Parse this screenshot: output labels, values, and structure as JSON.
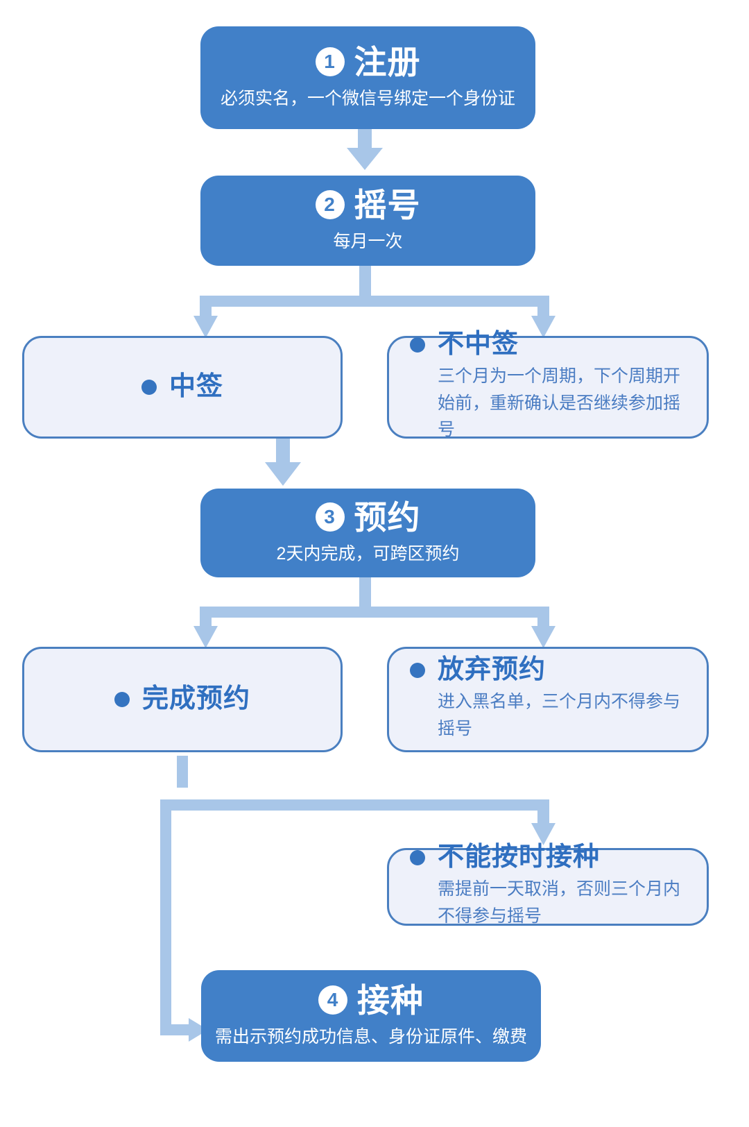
{
  "theme": {
    "primary_blue": "#4180c8",
    "branch_fill": "#eef1fa",
    "branch_border": "#4a7fc0",
    "branch_text": "#2f6fc0",
    "connector_blue": "#a8c6e8",
    "page_background": "#ffffff"
  },
  "nodes": {
    "register": {
      "number": "1",
      "title": "注册",
      "subtitle": "必须实名，一个微信号绑定一个身份证"
    },
    "lottery": {
      "number": "2",
      "title": "摇号",
      "subtitle": "每月一次"
    },
    "won": {
      "bullet": "●",
      "title": "中签",
      "body": ""
    },
    "not_won": {
      "bullet": "●",
      "title": "不中签",
      "body": "三个月为一个周期，下个周期开始前，重新确认是否继续参加摇号"
    },
    "appointment": {
      "number": "3",
      "title": "预约",
      "subtitle": "2天内完成，可跨区预约"
    },
    "appointment_done": {
      "bullet": "●",
      "title": "完成预约",
      "body": ""
    },
    "appointment_giveup": {
      "bullet": "●",
      "title": "放弃预约",
      "body": "进入黑名单，三个月内不得参与摇号"
    },
    "cannot_attend": {
      "bullet": "●",
      "title": "不能按时接种",
      "body": "需提前一天取消，否则三个月内不得参与摇号"
    },
    "vaccinate": {
      "number": "4",
      "title": "接种",
      "subtitle": "需出示预约成功信息、身份证原件、缴费"
    }
  },
  "connectors": [
    {
      "name": "register-to-lottery",
      "kind": "arrow-down"
    },
    {
      "name": "lottery-split-left",
      "kind": "split-arrow-down"
    },
    {
      "name": "lottery-split-right",
      "kind": "split-arrow-down"
    },
    {
      "name": "won-to-appointment",
      "kind": "arrow-down"
    },
    {
      "name": "appointment-split-left",
      "kind": "split-arrow-down"
    },
    {
      "name": "appointment-split-right",
      "kind": "split-arrow-down"
    },
    {
      "name": "done-split-right-to-cannot-attend",
      "kind": "elbow-arrow-down"
    },
    {
      "name": "done-to-vaccinate",
      "kind": "elbow-arrow-right"
    }
  ]
}
